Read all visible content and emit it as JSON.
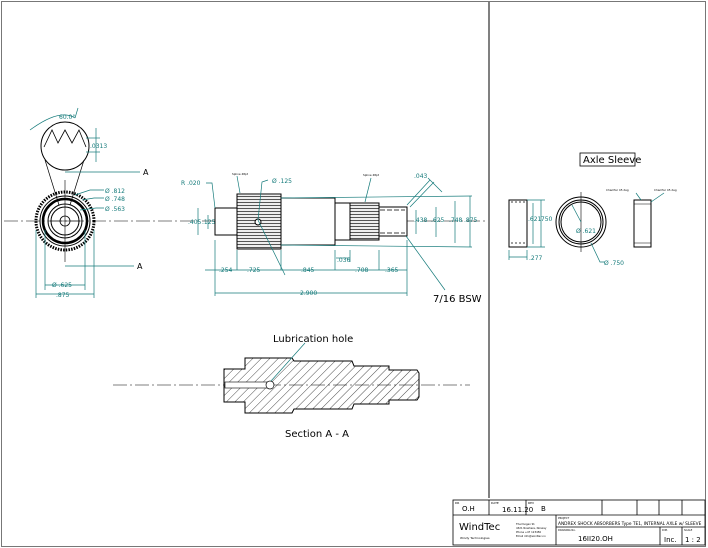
{
  "drawing": {
    "end_view": {
      "angle": "60.0°",
      "thread_depth": ".0313",
      "section_marker": "A",
      "diameters": [
        "Ø .812",
        "Ø .748",
        "Ø .563"
      ],
      "bottom_dims": [
        "Ø .625",
        ".875"
      ]
    },
    "side_view": {
      "spline_note_left": "Spline 48pt",
      "spline_note_right": "Spline 48pt",
      "hole_dia": "Ø .125",
      "radius": "R .020",
      "left_dims": [
        ".405",
        ".125"
      ],
      "chamfer": ".043",
      "right_dims": [
        ".438",
        ".625",
        ".748",
        ".875"
      ],
      "bottom_dims": [
        ".254",
        ".725",
        ".845",
        ".036",
        ".708",
        ".365"
      ],
      "overall": "2.900",
      "thread_note": "7/16 BSW"
    },
    "section": {
      "lubrication_label": "Lubrication hole",
      "title": "Section  A - A"
    },
    "sleeve": {
      "title": "Axle Sleeve",
      "dims": [
        ".621",
        ".750",
        ".277"
      ],
      "inner_dia": "Ø .621",
      "outer_dia": "Ø .750",
      "chamfer_left": "Chamfer 45 deg",
      "chamfer_right": "Chamfer 45 deg"
    }
  },
  "title_block": {
    "drawn_label": "DR",
    "drawn_value": "O.H",
    "date_label": "DATE",
    "date_value": "16.11.20",
    "rev_label": "REV",
    "rev_value": "B",
    "company": "WindTec",
    "company_sub": "Windy Technologies",
    "address": [
      "Thermogen St.",
      "4321 Nowhere, Norway",
      "Phone +47 123456",
      "Email info@windtec.no"
    ],
    "project_label": "PROJECT",
    "project_value": "ANDREX SHOCK ABSORBERS Type TE1, INTERNAL AXLE w/ SLEEVE",
    "drawing_no_label": "DRAWING No.",
    "drawing_no_value": "16II20.OH",
    "units_label": "DIM.",
    "units_value": "Inc.",
    "scale_label": "SCALE",
    "scale_value": "1 : 2"
  }
}
